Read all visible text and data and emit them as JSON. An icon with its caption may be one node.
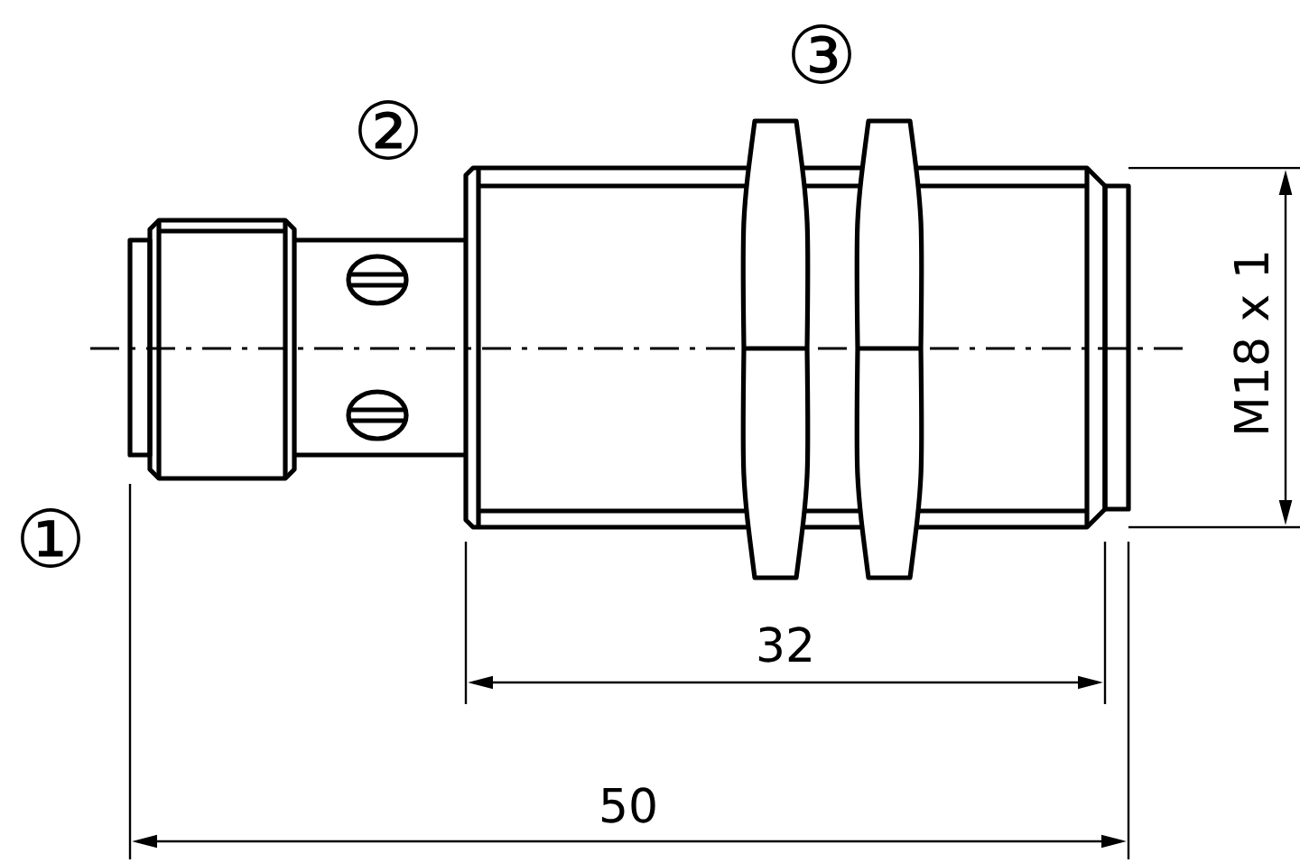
{
  "diagram": {
    "labels": [
      "③",
      "②",
      "M18 x 1",
      "①",
      "32",
      "50"
    ]
  }
}
